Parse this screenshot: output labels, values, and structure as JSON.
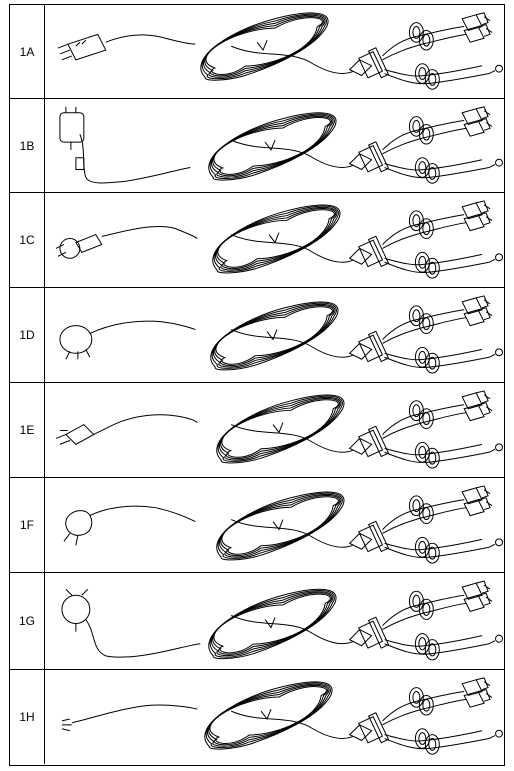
{
  "rows": [
    {
      "label": "1A",
      "plug": "us-plug-icon"
    },
    {
      "label": "1B",
      "plug": "uk-plug-icon"
    },
    {
      "label": "1C",
      "plug": "eu-schuko-plug-icon"
    },
    {
      "label": "1D",
      "plug": "au-plug-icon"
    },
    {
      "label": "1E",
      "plug": "ch-plug-icon"
    },
    {
      "label": "1F",
      "plug": "dk-plug-icon"
    },
    {
      "label": "1G",
      "plug": "in-plug-icon"
    },
    {
      "label": "1H",
      "plug": "bare-wire-icon"
    }
  ]
}
